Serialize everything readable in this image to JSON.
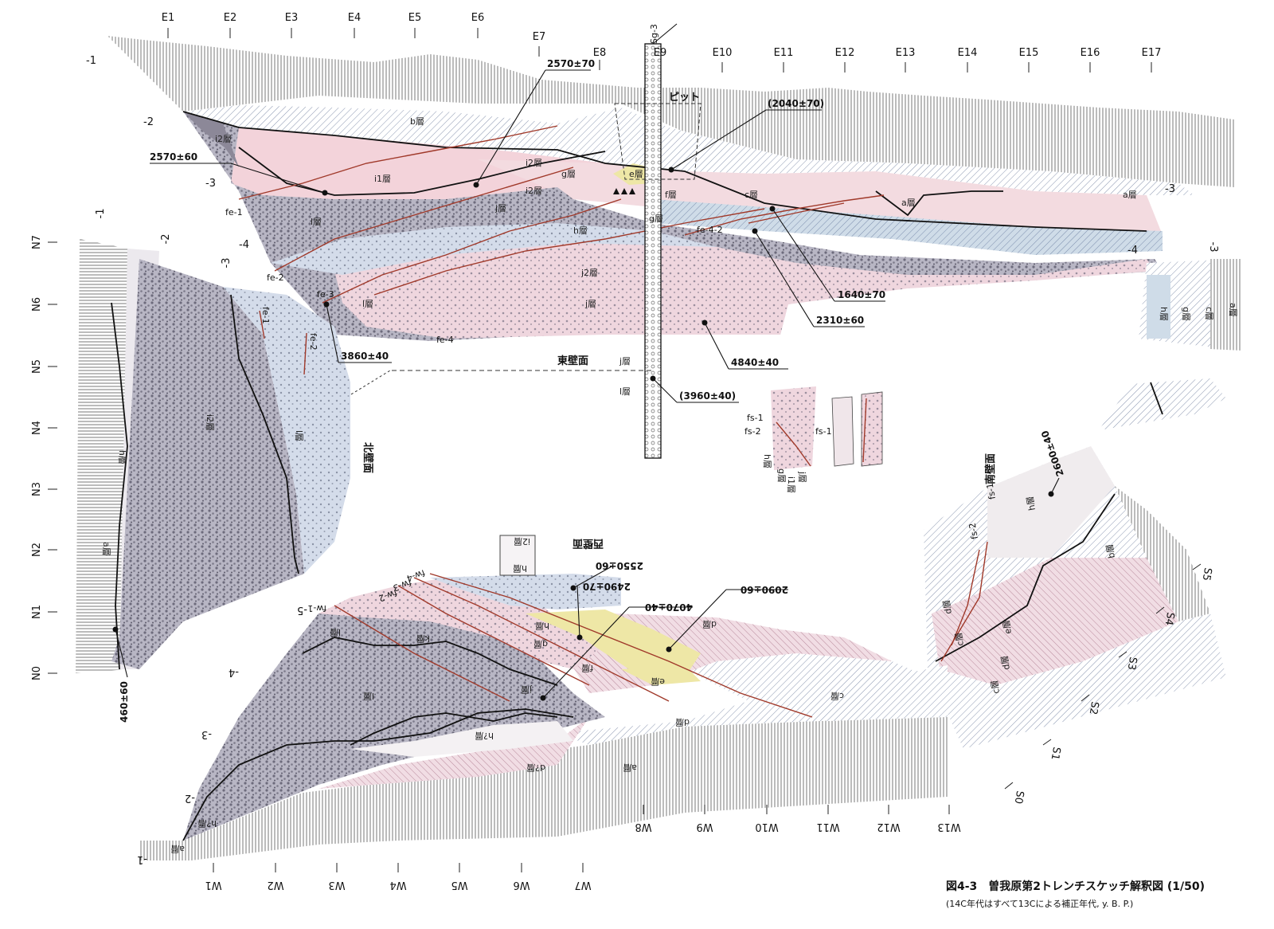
{
  "grid": {
    "east_cols": [
      "E1",
      "E2",
      "E3",
      "E4",
      "E5",
      "E6",
      "E7",
      "E8",
      "E9",
      "E10",
      "E11",
      "E12",
      "E13",
      "E14",
      "E15",
      "E16",
      "E17"
    ],
    "west_cols": [
      "W1",
      "W2",
      "W3",
      "W4",
      "W5",
      "W6",
      "W7",
      "W8",
      "W9",
      "W10",
      "W11",
      "W12",
      "W13"
    ],
    "north_rows": [
      "N7",
      "N6",
      "N5",
      "N4",
      "N3",
      "N2",
      "N1",
      "N0"
    ],
    "south_rows": [
      "S0",
      "S1",
      "S2",
      "S3",
      "S4",
      "S5"
    ],
    "levels": [
      "-1",
      "-2",
      "-3",
      "-4",
      "-5"
    ],
    "level_right_3": "-3",
    "level_right_4": "-4"
  },
  "walls": {
    "east": "東壁面",
    "north": "北壁面",
    "west": "西壁面",
    "south": "南壁面",
    "pit": "ピット",
    "boring": "Sg-3"
  },
  "layers": {
    "a": "a層",
    "b": "b層",
    "c": "c層",
    "d": "d層",
    "e": "e層",
    "f": "f層",
    "g": "g層",
    "h": "h層",
    "i1": "i1層",
    "i2": "i2層",
    "j": "j層",
    "k": "k層",
    "l": "l層",
    "j2": "j2層",
    "h2q": "h?層",
    "d2q": "d?層"
  },
  "faults": {
    "fe1": "fe-1",
    "fe2": "fe-2",
    "fe3": "fe-3",
    "fe4": "fe-4",
    "fe42": "fe-4-2",
    "fs1": "fs-1",
    "fs2": "fs-2",
    "fw1": "fw-1",
    "fw2": "fw-2",
    "fw3": "fw-3",
    "fw4": "fw-4"
  },
  "dates": {
    "d2570_70": "2570±70",
    "d2570_60": "2570±60",
    "d2040_70": "(2040±70)",
    "d1640_70": "1640±70",
    "d2310_60": "2310±60",
    "d3860_40": "3860±40",
    "d4840_40": "4840±40",
    "d3960_40": "(3960±40)",
    "d460_60": "460±60",
    "d2600_40": "2600±40",
    "d2550_60": "2550±60",
    "d2490_70": "2490±70",
    "d4070_40": "4070±40",
    "d2090_60": "2090±60"
  },
  "caption": {
    "title": "図4-3　曽我原第2トレンチスケッチ解釈図 (1/50)",
    "note": "(14C年代はすべて13Cによる補正年代, y. B. P.)"
  },
  "colors": {
    "pink": "#f3d3da",
    "blue": "#cfdce8",
    "yellow": "#eee7a6",
    "lavender": "#d9cfe0",
    "gravel": "#9a9aa6",
    "fault": "#a0392a"
  }
}
